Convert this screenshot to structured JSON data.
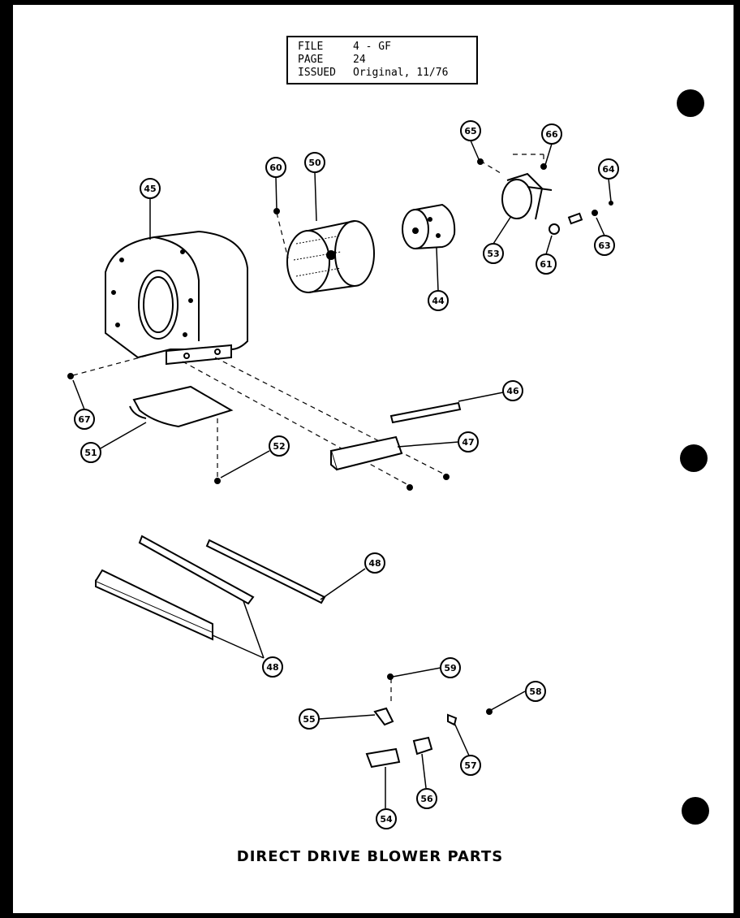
{
  "info": {
    "file_label": "FILE",
    "file_value": "4 - GF",
    "page_label": "PAGE",
    "page_value": "24",
    "issued_label": "ISSUED",
    "issued_value": "Original, 11/76"
  },
  "caption": "DIRECT DRIVE BLOWER PARTS",
  "callouts": [
    "45",
    "60",
    "50",
    "44",
    "65",
    "66",
    "64",
    "53",
    "61",
    "63",
    "46",
    "47",
    "67",
    "51",
    "52",
    "48",
    "48",
    "59",
    "58",
    "55",
    "57",
    "54",
    "56"
  ]
}
